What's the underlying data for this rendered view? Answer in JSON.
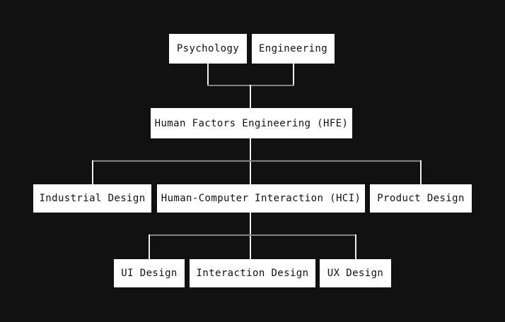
{
  "diagram": {
    "type": "hierarchy",
    "nodes": {
      "psychology": {
        "label": "Psychology"
      },
      "engineering": {
        "label": "Engineering"
      },
      "hfe": {
        "label": "Human Factors Engineering (HFE)"
      },
      "industrial_design": {
        "label": "Industrial Design"
      },
      "hci": {
        "label": "Human-Computer Interaction (HCI)"
      },
      "product_design": {
        "label": "Product Design"
      },
      "ui_design": {
        "label": "UI Design"
      },
      "interaction_design": {
        "label": "Interaction Design"
      },
      "ux_design": {
        "label": "UX Design"
      }
    },
    "edges": [
      {
        "from": "psychology",
        "to": "hfe"
      },
      {
        "from": "engineering",
        "to": "hfe"
      },
      {
        "from": "hfe",
        "to": "industrial_design"
      },
      {
        "from": "hfe",
        "to": "hci"
      },
      {
        "from": "hfe",
        "to": "product_design"
      },
      {
        "from": "hci",
        "to": "ui_design"
      },
      {
        "from": "hci",
        "to": "interaction_design"
      },
      {
        "from": "hci",
        "to": "ux_design"
      }
    ],
    "colors": {
      "background": "#111111",
      "node_fill": "#ffffff",
      "node_text": "#111111",
      "connector_vertical": "#ededed",
      "connector_horizontal": "#828282"
    }
  }
}
